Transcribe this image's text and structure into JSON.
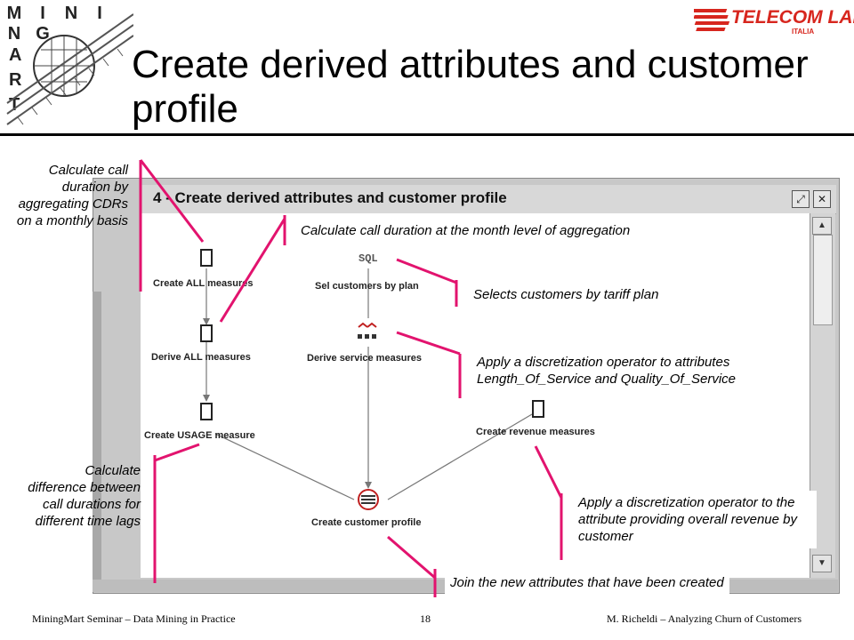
{
  "logo": {
    "top_letters": [
      "M",
      "I",
      "N",
      "I",
      "N",
      "G"
    ],
    "side_letters": [
      "A",
      "R",
      "T"
    ],
    "brand_main": "TELECOM LAB",
    "brand_sub": "ITALIA"
  },
  "title": "Create derived attributes and customer profile",
  "window": {
    "title": "4 - Create derived attributes and customer profile",
    "nodes": [
      {
        "label": "Create ALL measures"
      },
      {
        "label": "Derive ALL measures"
      },
      {
        "label": "Create USAGE measure"
      },
      {
        "label": "Sel customers by plan",
        "icon_text": "SQL"
      },
      {
        "label": "Derive service measures"
      },
      {
        "label": "Create revenue measures"
      },
      {
        "label": "Create customer profile"
      }
    ]
  },
  "annotations": {
    "call_duration_aggregate": "Calculate call duration by aggregating CDRs on a monthly basis",
    "month_level": "Calculate call duration at the month level of aggregation",
    "tariff_plan": "Selects customers by tariff plan",
    "discretize_service": "Apply a discretization operator to attributes Length_Of_Service and Quality_Of_Service",
    "difference": "Calculate difference between call durations for different time lags",
    "discretize_revenue": "Apply a discretization operator to the attribute providing overall revenue by customer",
    "join": "Join the new attributes that have been created"
  },
  "footer": {
    "left": "MiningMart Seminar – Data Mining in Practice",
    "page": "18",
    "right": "M. Richeldi – Analyzing Churn of Customers"
  },
  "colors": {
    "accent": "#e2136e",
    "brand_red": "#d7261e"
  }
}
